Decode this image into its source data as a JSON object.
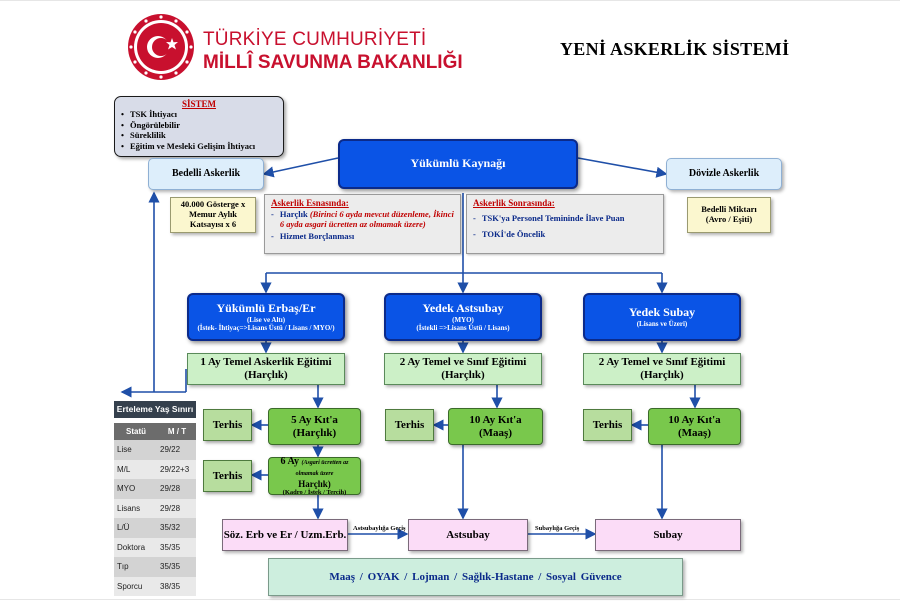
{
  "header": {
    "org_line1": "TÜRKİYE CUMHURİYETİ",
    "org_line2": "MİLLÎ SAVUNMA BAKANLIĞI",
    "title": "YENİ ASKERLİK SİSTEMİ"
  },
  "sistem": {
    "heading": "SİSTEM",
    "items": [
      "TSK İhtiyacı",
      "Öngörülebilir",
      "Süreklilik",
      "Eğitim ve Mesleki Gelişim İhtiyacı"
    ]
  },
  "source": {
    "label": "Yükümlü Kaynağı"
  },
  "bedelli": {
    "label": "Bedelli Askerlik",
    "formula": [
      "40.000 Gösterge x",
      "Memur Aylık",
      "Katsayısı x 6"
    ]
  },
  "dovizle": {
    "label": "Dövizle Askerlik",
    "amount": [
      "Bedelli Miktarı",
      "(Avro / Eşiti)"
    ]
  },
  "during": {
    "heading": "Askerlik Esnasında:",
    "item1_main": "Harçlık",
    "item1_note": "(Birinci 6 ayda mevcut düzenleme, İkinci 6 ayda asgari ücretten az olmamak üzere)",
    "item2": "Hizmet Borçlanması"
  },
  "after": {
    "heading": "Askerlik Sonrasında:",
    "item1": "TSK'ya Personel Temininde İlave Puan",
    "item2": "TOKİ'de Öncelik"
  },
  "categories": [
    {
      "title": "Yükümlü Erbaş/Er",
      "sub1": "(Lise ve Altı)",
      "sub2": "(İstek- İhtiyaç=>Lisans Üstü / Lisans / MYO/)"
    },
    {
      "title": "Yedek Astsubay",
      "sub1": "(MYO)",
      "sub2": "(İstekli =>Lisans Üstü / Lisans)"
    },
    {
      "title": "Yedek Subay",
      "sub1": "(Lisans ve Üzeri)",
      "sub2": ""
    }
  ],
  "training": [
    {
      "line1": "1 Ay Temel Askerlik Eğitimi",
      "line2": "(Harçlık)"
    },
    {
      "line1": "2 Ay Temel ve Sınıf Eğitimi",
      "line2": "(Harçlık)"
    },
    {
      "line1": "2 Ay Temel ve Sınıf Eğitimi",
      "line2": "(Harçlık)"
    }
  ],
  "terhis_label": "Terhis",
  "kita": [
    {
      "line1": "5 Ay Kıt'a",
      "line2": "(Harçlık)"
    },
    {
      "line1": "10 Ay Kıt'a",
      "line2": "(Maaş)"
    },
    {
      "line1": "10 Ay Kıt'a",
      "line2": "(Maaş)"
    }
  ],
  "six_month": {
    "title": "6 Ay",
    "note": "(Asgari ücretten az olmamak üzere",
    "harclik": "Harçlık)",
    "sub": "(Kadro / İstek / Tercih)"
  },
  "outcomes": {
    "soz": "Söz. Erb ve Er / Uzm.Erb.",
    "astsubay": "Astsubay",
    "subay": "Subay",
    "to_astsubay": "Astsubaylığa Geçiş",
    "to_subay": "Subaylığa Geçiş"
  },
  "benefits": "Maaş / OYAK / Lojman / Sağlık-Hastane / Sosyal Güvence",
  "deferral_table": {
    "title": "Erteleme Yaş Sınırı",
    "columns": [
      "Statü",
      "M / T"
    ],
    "rows": [
      [
        "Lise",
        "29/22"
      ],
      [
        "M/L",
        "29/22+3"
      ],
      [
        "MYO",
        "29/28"
      ],
      [
        "Lisans",
        "29/28"
      ],
      [
        "L/Ü",
        "35/32"
      ],
      [
        "Doktora",
        "35/35"
      ],
      [
        "Tıp",
        "35/35"
      ],
      [
        "Sporcu",
        "38/35"
      ]
    ]
  },
  "colors": {
    "brand_red": "#c8102e",
    "dark_blue": "#0a54e6",
    "light_green": "#ccf0c7",
    "green": "#79c84c",
    "pink": "#fbdcf7"
  }
}
